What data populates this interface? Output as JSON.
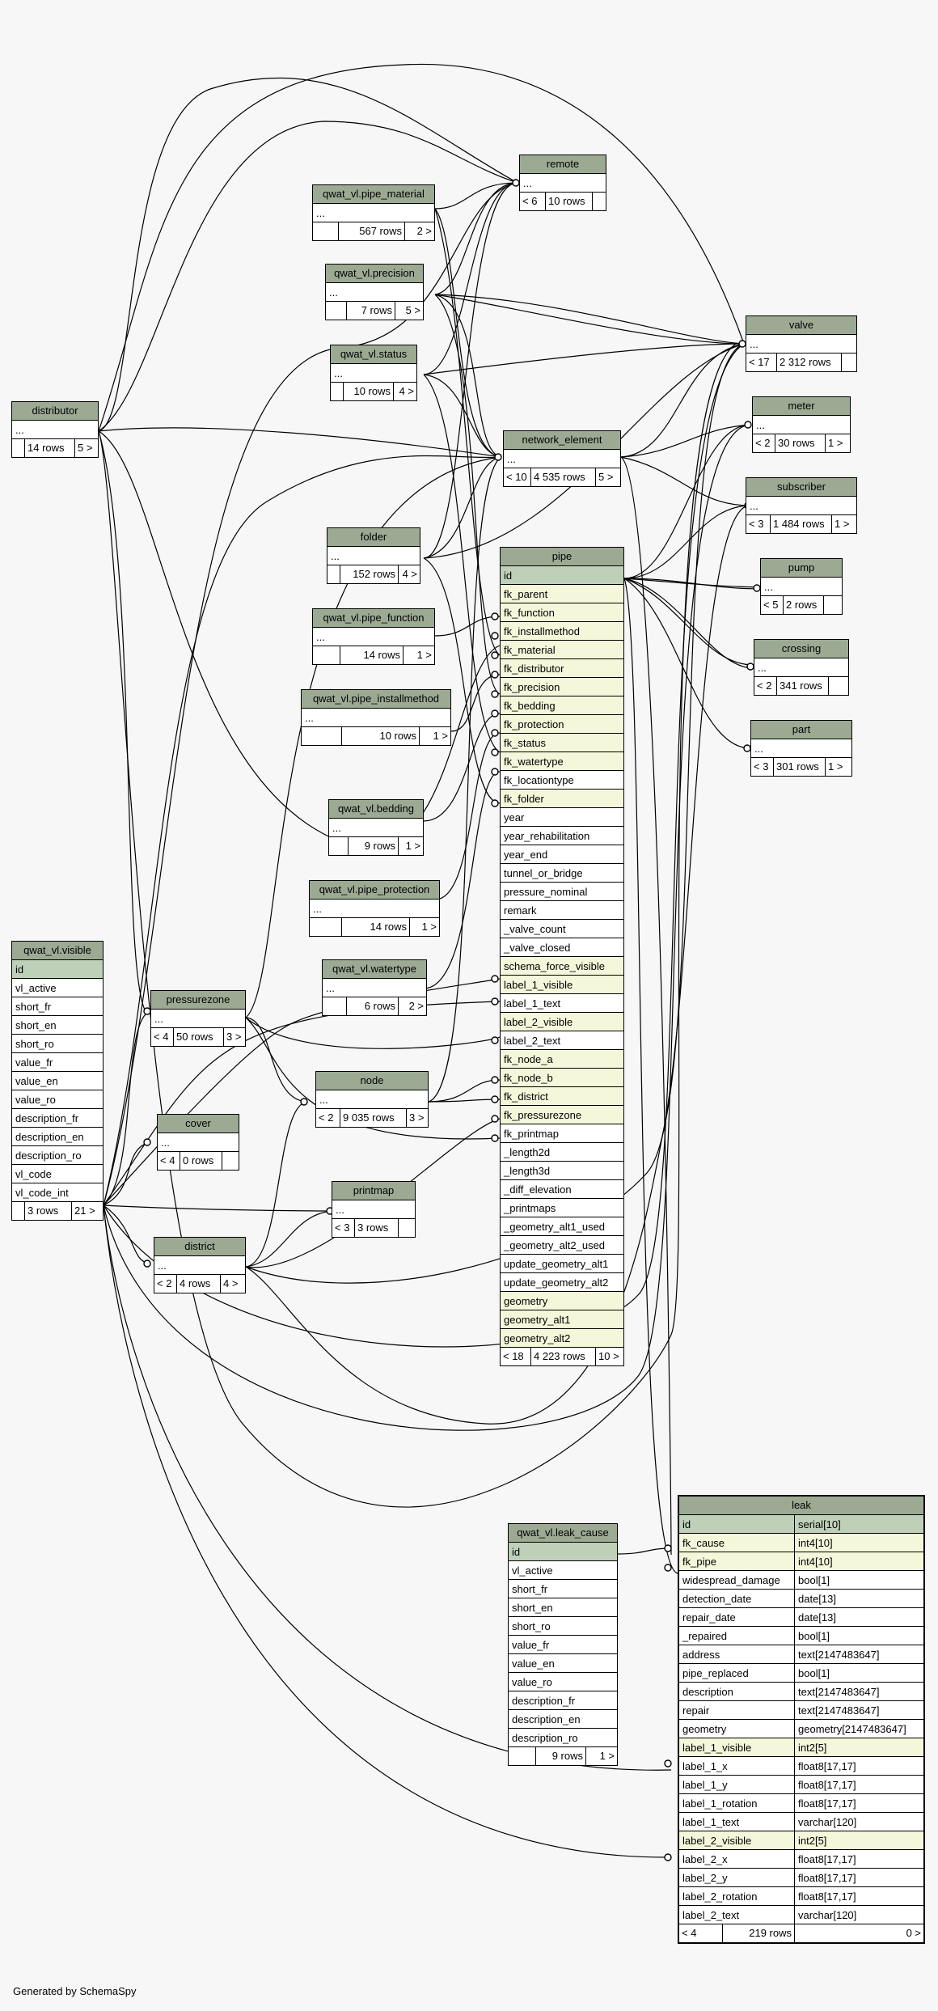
{
  "footer": "Generated by SchemaSpy",
  "tables": {
    "remote": {
      "title": "remote",
      "rows": [
        "..."
      ],
      "foot": [
        "< 6",
        "10 rows",
        ""
      ]
    },
    "pipe_material": {
      "title": "qwat_vl.pipe_material",
      "rows": [
        "..."
      ],
      "foot": [
        "",
        "567 rows",
        "2 >"
      ]
    },
    "precision": {
      "title": "qwat_vl.precision",
      "rows": [
        "..."
      ],
      "foot": [
        "",
        "7 rows",
        "5 >"
      ]
    },
    "status": {
      "title": "qwat_vl.status",
      "rows": [
        "..."
      ],
      "foot": [
        "",
        "10 rows",
        "4 >"
      ]
    },
    "valve": {
      "title": "valve",
      "rows": [
        "..."
      ],
      "foot": [
        "< 17",
        "2 312 rows",
        ""
      ]
    },
    "meter": {
      "title": "meter",
      "rows": [
        "..."
      ],
      "foot": [
        "< 2",
        "30 rows",
        "1 >"
      ]
    },
    "distributor": {
      "title": "distributor",
      "rows": [
        "..."
      ],
      "foot": [
        "",
        "14 rows",
        "5 >"
      ]
    },
    "network_element": {
      "title": "network_element",
      "rows": [
        "..."
      ],
      "foot": [
        "< 10",
        "4 535 rows",
        "5 >"
      ]
    },
    "subscriber": {
      "title": "subscriber",
      "rows": [
        "..."
      ],
      "foot": [
        "< 3",
        "1 484 rows",
        "1 >"
      ]
    },
    "folder": {
      "title": "folder",
      "rows": [
        "..."
      ],
      "foot": [
        "",
        "152 rows",
        "4 >"
      ]
    },
    "pump": {
      "title": "pump",
      "rows": [
        "..."
      ],
      "foot": [
        "< 5",
        "2 rows",
        ""
      ]
    },
    "pipe_function": {
      "title": "qwat_vl.pipe_function",
      "rows": [
        "..."
      ],
      "foot": [
        "",
        "14 rows",
        "1 >"
      ]
    },
    "crossing": {
      "title": "crossing",
      "rows": [
        "..."
      ],
      "foot": [
        "< 2",
        "341 rows",
        ""
      ]
    },
    "pipe_installmethod": {
      "title": "qwat_vl.pipe_installmethod",
      "rows": [
        "..."
      ],
      "foot": [
        "",
        "10 rows",
        "1 >"
      ]
    },
    "part": {
      "title": "part",
      "rows": [
        "..."
      ],
      "foot": [
        "< 3",
        "301 rows",
        "1 >"
      ]
    },
    "bedding": {
      "title": "qwat_vl.bedding",
      "rows": [
        "..."
      ],
      "foot": [
        "",
        "9 rows",
        "1 >"
      ]
    },
    "pipe_protection": {
      "title": "qwat_vl.pipe_protection",
      "rows": [
        "..."
      ],
      "foot": [
        "",
        "14 rows",
        "1 >"
      ]
    },
    "watertype": {
      "title": "qwat_vl.watertype",
      "rows": [
        "..."
      ],
      "foot": [
        "",
        "6 rows",
        "2 >"
      ]
    },
    "visible": {
      "title": "qwat_vl.visible",
      "rows": [
        "id",
        "vl_active",
        "short_fr",
        "short_en",
        "short_ro",
        "value_fr",
        "value_en",
        "value_ro",
        "description_fr",
        "description_en",
        "description_ro",
        "vl_code",
        "vl_code_int"
      ],
      "foot": [
        "",
        "3 rows",
        "21 >"
      ]
    },
    "pressurezone": {
      "title": "pressurezone",
      "rows": [
        "..."
      ],
      "foot": [
        "< 4",
        "50 rows",
        "3 >"
      ]
    },
    "node": {
      "title": "node",
      "rows": [
        "..."
      ],
      "foot": [
        "< 2",
        "9 035 rows",
        "3 >"
      ]
    },
    "cover": {
      "title": "cover",
      "rows": [
        "..."
      ],
      "foot": [
        "< 4",
        "0 rows",
        ""
      ]
    },
    "printmap": {
      "title": "printmap",
      "rows": [
        "..."
      ],
      "foot": [
        "< 3",
        "3 rows",
        ""
      ]
    },
    "district": {
      "title": "district",
      "rows": [
        "..."
      ],
      "foot": [
        "< 2",
        "4 rows",
        "4 >"
      ]
    },
    "pipe": {
      "title": "pipe",
      "rows": [
        "id",
        "fk_parent",
        "fk_function",
        "fk_installmethod",
        "fk_material",
        "fk_distributor",
        "fk_precision",
        "fk_bedding",
        "fk_protection",
        "fk_status",
        "fk_watertype",
        "fk_locationtype",
        "fk_folder",
        "year",
        "year_rehabilitation",
        "year_end",
        "tunnel_or_bridge",
        "pressure_nominal",
        "remark",
        "_valve_count",
        "_valve_closed",
        "schema_force_visible",
        "label_1_visible",
        "label_1_text",
        "label_2_visible",
        "label_2_text",
        "fk_node_a",
        "fk_node_b",
        "fk_district",
        "fk_pressurezone",
        "fk_printmap",
        "_length2d",
        "_length3d",
        "_diff_elevation",
        "_printmaps",
        "_geometry_alt1_used",
        "_geometry_alt2_used",
        "update_geometry_alt1",
        "update_geometry_alt2",
        "geometry",
        "geometry_alt1",
        "geometry_alt2"
      ],
      "foot": [
        "< 18",
        "4 223 rows",
        "10 >"
      ]
    },
    "leak_cause": {
      "title": "qwat_vl.leak_cause",
      "rows": [
        "id",
        "vl_active",
        "short_fr",
        "short_en",
        "short_ro",
        "value_fr",
        "value_en",
        "value_ro",
        "description_fr",
        "description_en",
        "description_ro"
      ],
      "foot": [
        "",
        "9 rows",
        "1 >"
      ]
    },
    "leak": {
      "title": "leak",
      "rows": [
        [
          "id",
          "serial[10]"
        ],
        [
          "fk_cause",
          "int4[10]"
        ],
        [
          "fk_pipe",
          "int4[10]"
        ],
        [
          "widespread_damage",
          "bool[1]"
        ],
        [
          "detection_date",
          "date[13]"
        ],
        [
          "repair_date",
          "date[13]"
        ],
        [
          "_repaired",
          "bool[1]"
        ],
        [
          "address",
          "text[2147483647]"
        ],
        [
          "pipe_replaced",
          "bool[1]"
        ],
        [
          "description",
          "text[2147483647]"
        ],
        [
          "repair",
          "text[2147483647]"
        ],
        [
          "geometry",
          "geometry[2147483647]"
        ],
        [
          "label_1_visible",
          "int2[5]"
        ],
        [
          "label_1_x",
          "float8[17,17]"
        ],
        [
          "label_1_y",
          "float8[17,17]"
        ],
        [
          "label_1_rotation",
          "float8[17,17]"
        ],
        [
          "label_1_text",
          "varchar[120]"
        ],
        [
          "label_2_visible",
          "int2[5]"
        ],
        [
          "label_2_x",
          "float8[17,17]"
        ],
        [
          "label_2_y",
          "float8[17,17]"
        ],
        [
          "label_2_rotation",
          "float8[17,17]"
        ],
        [
          "label_2_text",
          "varchar[120]"
        ]
      ],
      "foot": [
        "< 4",
        "219 rows",
        "0 >"
      ]
    }
  }
}
